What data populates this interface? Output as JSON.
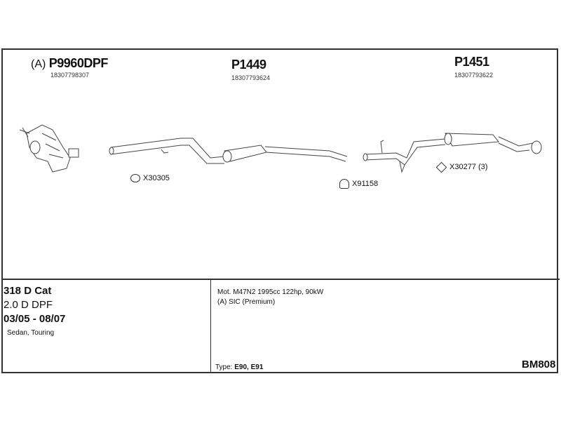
{
  "parts": [
    {
      "prefix": "(A)",
      "number": "P9960DPF",
      "oe": "18307798307"
    },
    {
      "number": "P1449",
      "oe": "18307793624"
    },
    {
      "number": "P1451",
      "oe": "18307793622"
    }
  ],
  "accessories": [
    {
      "code": "X30305",
      "icon": "gasket-icon"
    },
    {
      "code": "X91158",
      "icon": "clamp-icon"
    },
    {
      "code": "X30277 (3)",
      "icon": "rubber-mount-icon"
    }
  ],
  "vehicle": {
    "model": "318 D Cat",
    "engine": "2.0 D DPF",
    "years": "03/05 - 08/07",
    "body": "Sedan, Touring"
  },
  "notes": {
    "motor": "Mot. M47N2 1995cc 122hp, 90kW",
    "remark": "(A) SIC (Premium)",
    "type_label": "Type:",
    "type_value": "E90, E91",
    "kit_code": "BM808"
  }
}
